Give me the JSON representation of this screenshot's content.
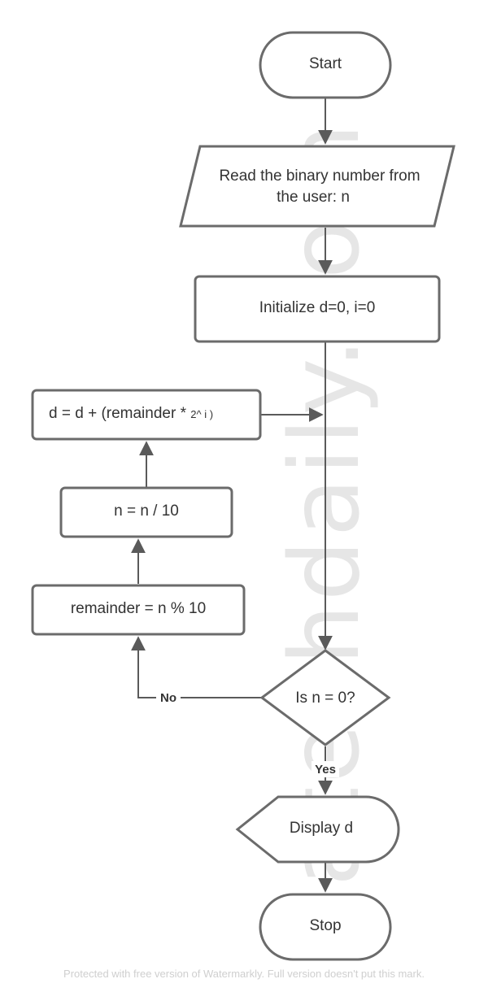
{
  "watermark": "atechdaily.com",
  "footer_note": "Protected with free version of Watermarkly. Full version doesn't put this mark.",
  "nodes": {
    "start": "Start",
    "read_line1": "Read the binary number from",
    "read_line2": "the user: n",
    "init": "Initialize d=0, i=0",
    "update_main": "d = d + (remainder * ",
    "update_exp": "2^ i )",
    "divide": "n = n / 10",
    "remainder": "remainder = n % 10",
    "decision": "Is n = 0?",
    "display": "Display d",
    "stop": "Stop"
  },
  "edge_labels": {
    "no": "No",
    "yes": "Yes"
  }
}
